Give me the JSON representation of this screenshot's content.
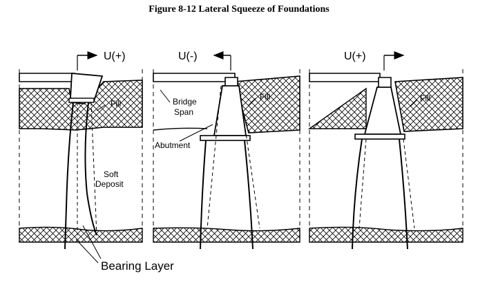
{
  "title": "Figure 8-12 Lateral Squeeze of Foundations",
  "panels": [
    {
      "movement_label": "U(+)",
      "arrow_direction": "right",
      "labels": {
        "fill": "Fill",
        "soft_deposit_line1": "Soft",
        "soft_deposit_line2": "Deposit"
      }
    },
    {
      "movement_label": "U(-)",
      "arrow_direction": "left",
      "labels": {
        "fill": "Fill",
        "bridge_span_line1": "Bridge",
        "bridge_span_line2": "Span",
        "abutment": "Abutment"
      }
    },
    {
      "movement_label": "U(+)",
      "arrow_direction": "right",
      "labels": {
        "fill": "Fill"
      }
    }
  ],
  "bottom_label": "Bearing Layer"
}
